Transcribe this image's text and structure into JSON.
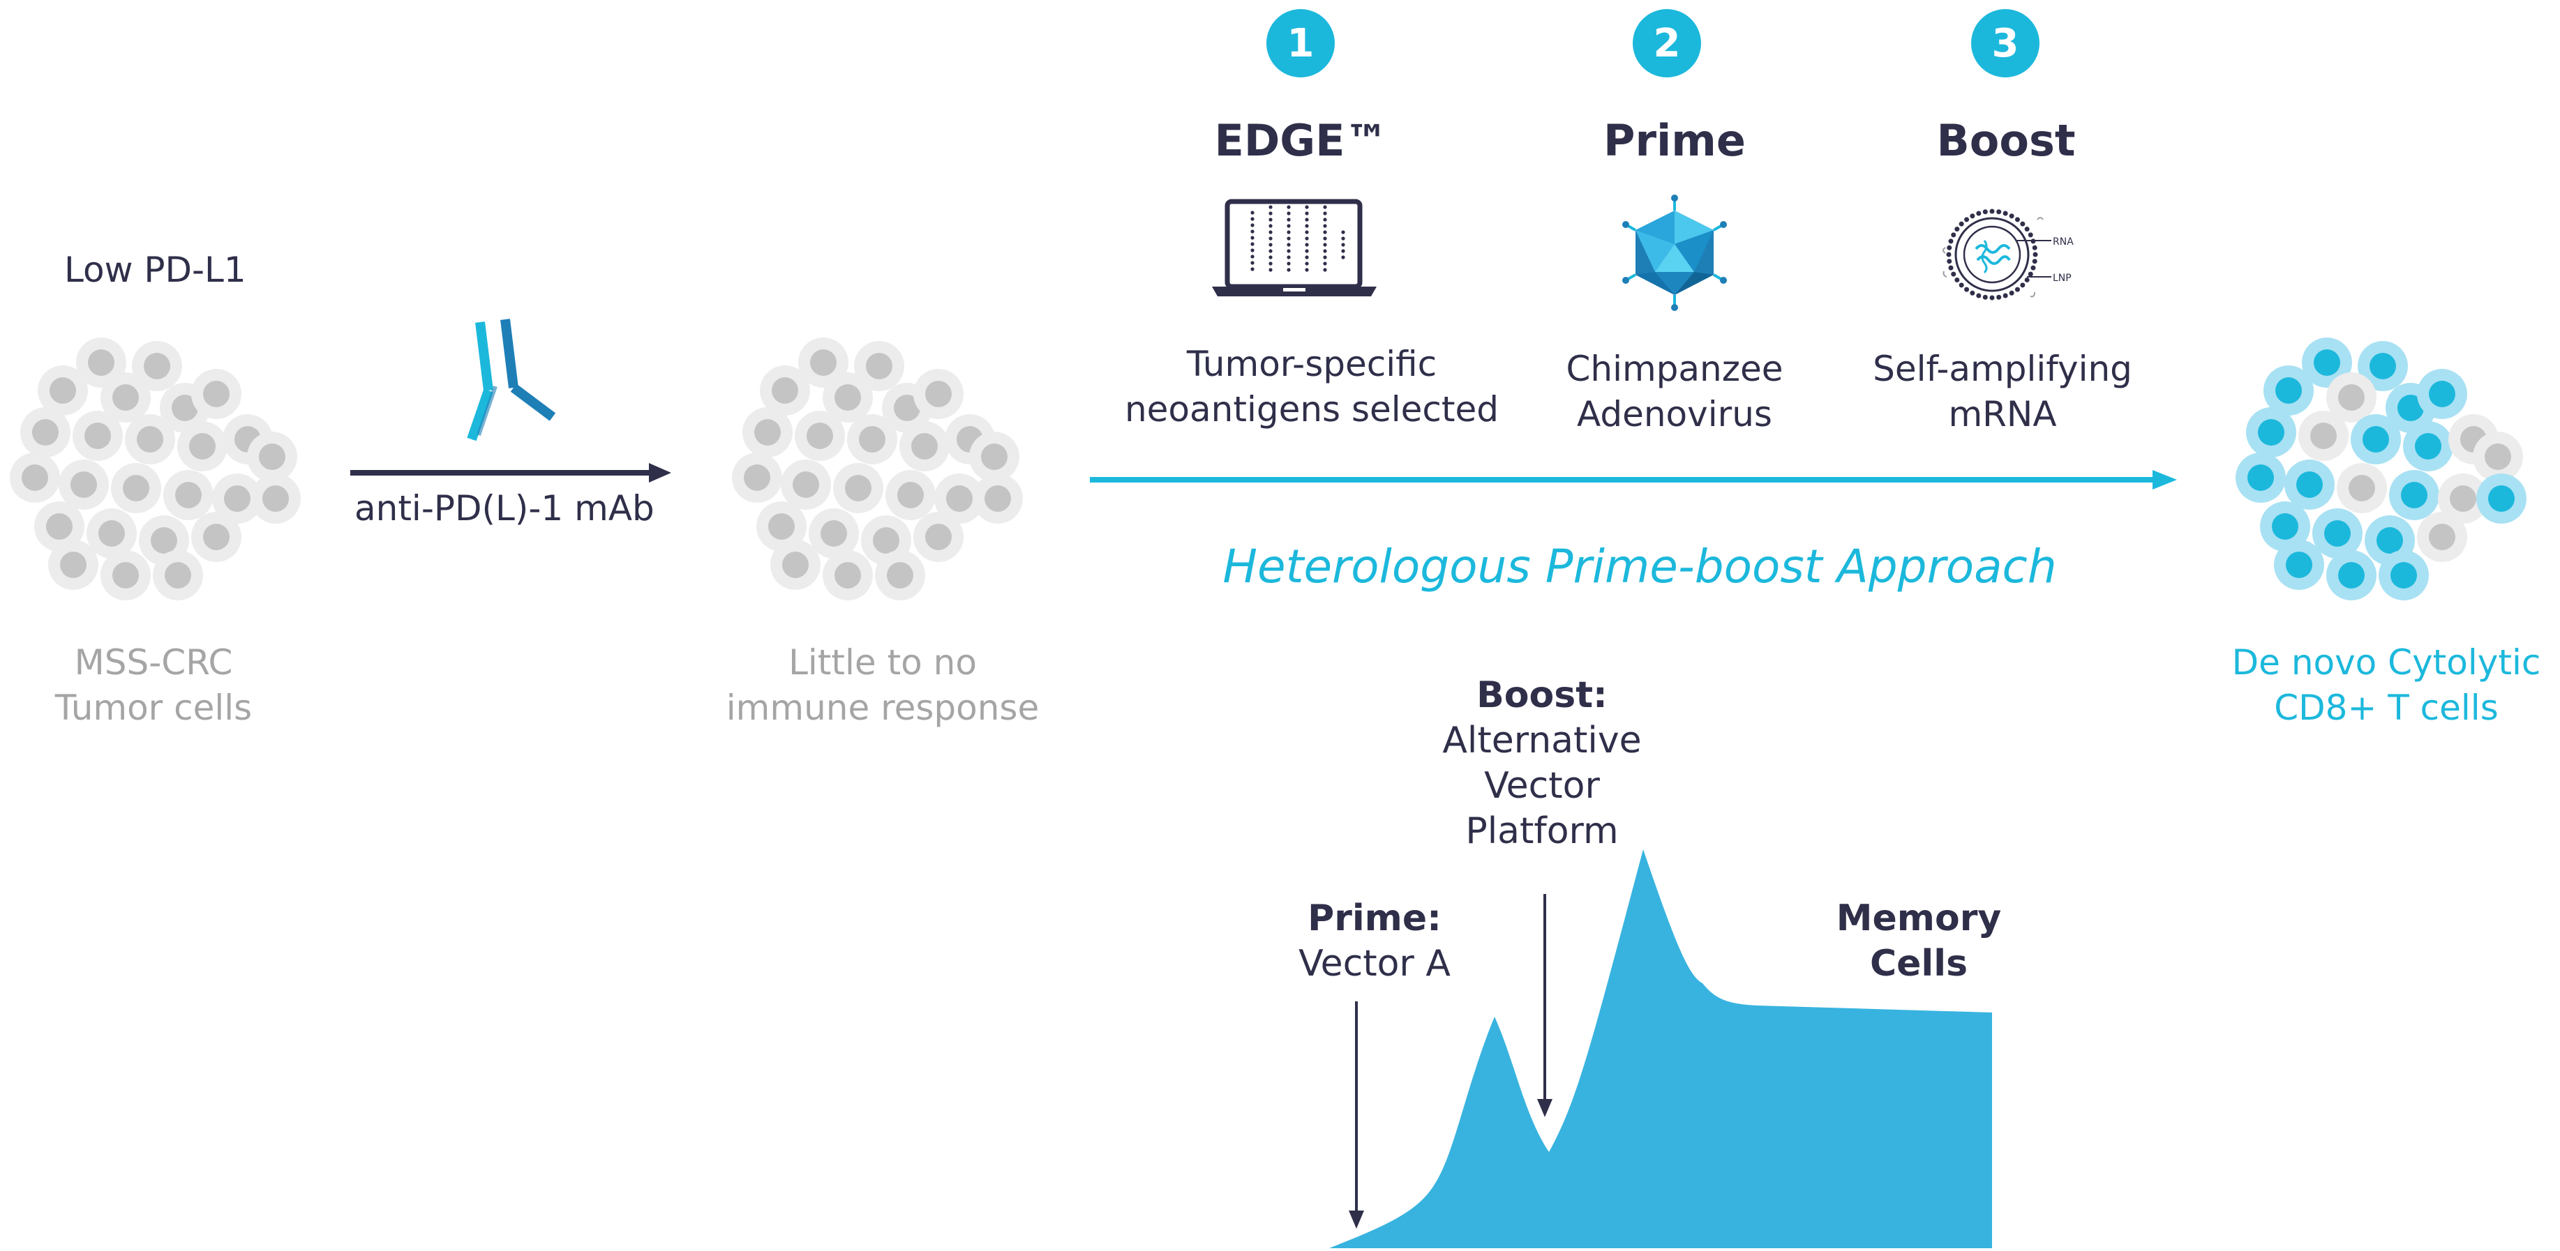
{
  "left": {
    "title": "Low PD-L1",
    "label_line1": "MSS-CRC",
    "label_line2": "Tumor cells"
  },
  "antibody": {
    "label": "anti-PD(L)-1 mAb"
  },
  "middle": {
    "label_line1": "Little to no",
    "label_line2": "immune response"
  },
  "steps": [
    {
      "number": "1",
      "title": "EDGE™",
      "line1": "Tumor-specific",
      "line2": "neoantigens selected"
    },
    {
      "number": "2",
      "title": "Prime",
      "line1": "Chimpanzee",
      "line2": "Adenovirus"
    },
    {
      "number": "3",
      "title": "Boost",
      "line1": "Self-amplifying",
      "line2": "mRNA"
    }
  ],
  "lnp_icon": {
    "rna_label": "RNA",
    "lnp_label": "LNP"
  },
  "approach": {
    "label": "Heterologous Prime-boost Approach"
  },
  "result": {
    "label_line1": "De novo Cytolytic",
    "label_line2": "CD8+ T cells"
  },
  "response_curve": {
    "prime_title": "Prime:",
    "prime_sub": "Vector A",
    "boost_title": "Boost:",
    "boost_line1": "Alternative",
    "boost_line2": "Vector",
    "boost_line3": "Platform",
    "memory_line1": "Memory",
    "memory_line2": "Cells"
  },
  "colors": {
    "cyan": "#1cb8dc",
    "dark": "#2f2f4a",
    "gray_text": "#a5a5a5",
    "cell_gray": "#c4c4c4",
    "curve_fill": "#38b3e0"
  }
}
